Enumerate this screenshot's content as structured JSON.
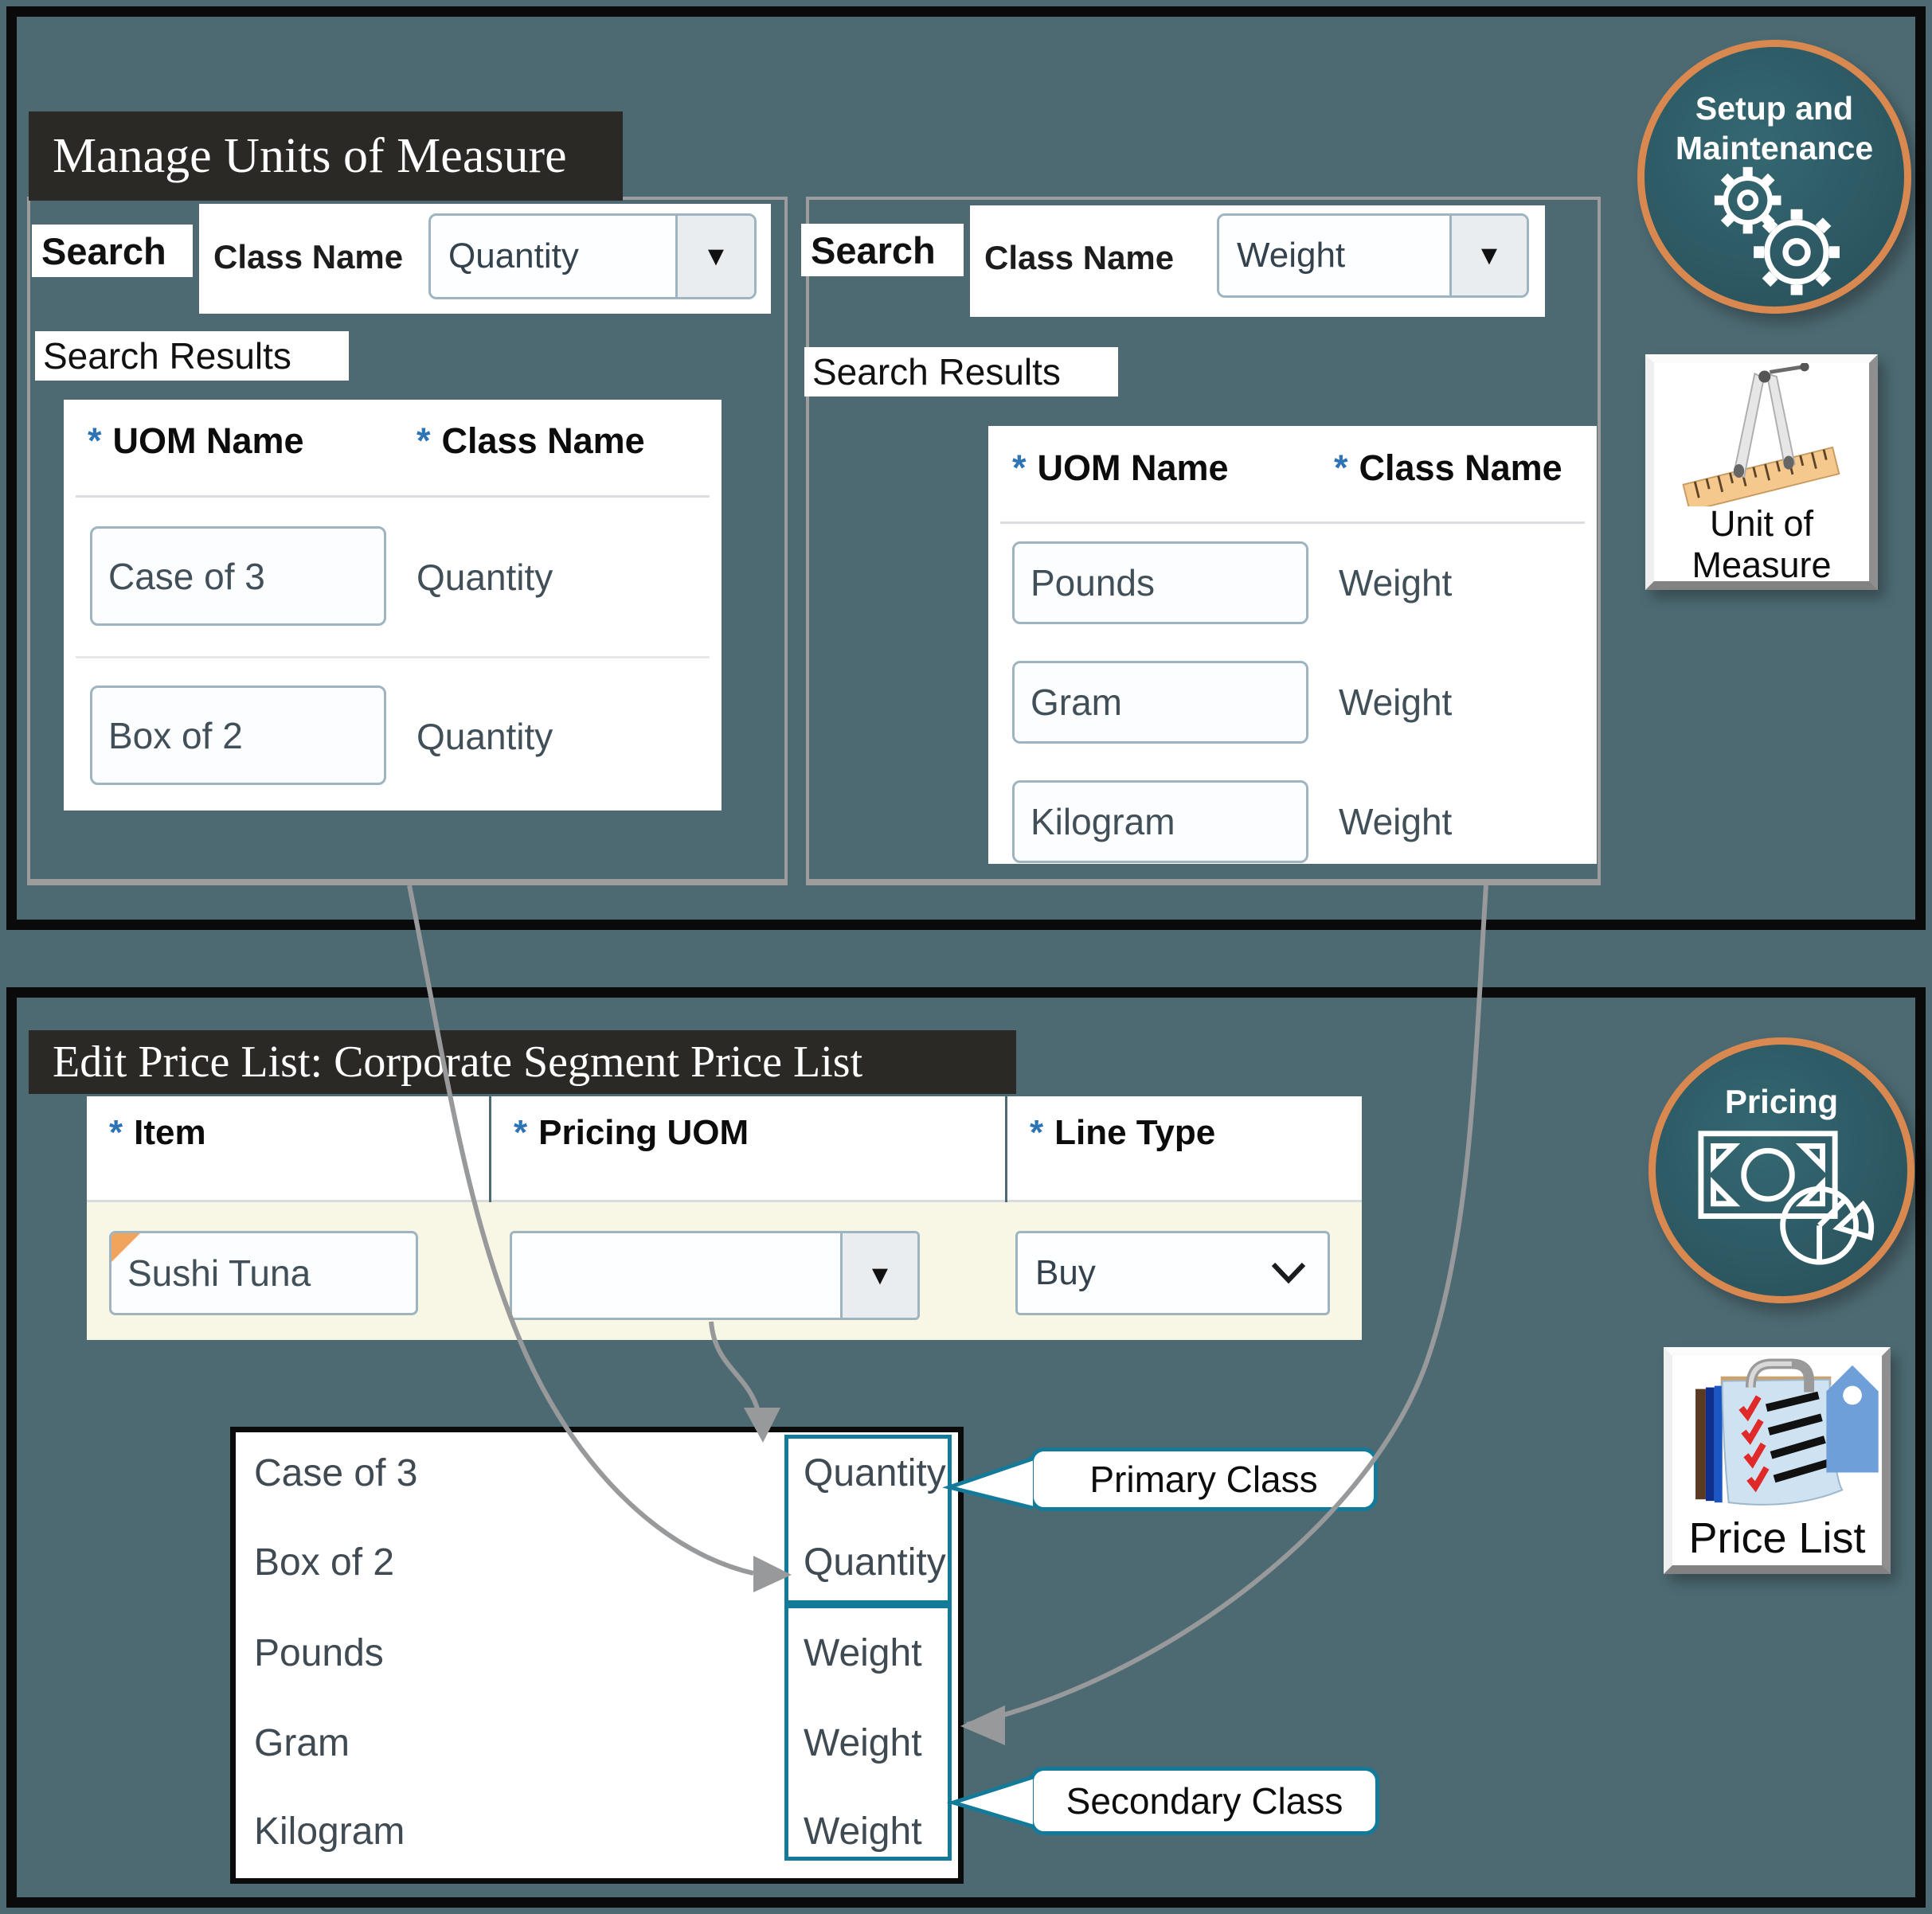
{
  "ui": {
    "required_marker": "*",
    "dropdown_arrow": "▼"
  },
  "top_section": {
    "title": "Manage Units of Measure",
    "quantity_panel": {
      "search_label": "Search",
      "class_name_label": "Class Name",
      "class_name_value": "Quantity",
      "results_label": "Search Results",
      "table": {
        "uom_header": "UOM Name",
        "class_header": "Class Name",
        "rows": [
          {
            "uom": "Case of 3",
            "class": "Quantity"
          },
          {
            "uom": "Box of 2",
            "class": "Quantity"
          }
        ]
      }
    },
    "weight_panel": {
      "search_label": "Search",
      "class_name_label": "Class Name",
      "class_name_value": "Weight",
      "results_label": "Search Results",
      "table": {
        "uom_header": "UOM Name",
        "class_header": "Class Name",
        "rows": [
          {
            "uom": "Pounds",
            "class": "Weight"
          },
          {
            "uom": "Gram",
            "class": "Weight"
          },
          {
            "uom": "Kilogram",
            "class": "Weight"
          }
        ]
      }
    }
  },
  "badges": {
    "setup_maintenance": {
      "line1": "Setup and",
      "line2": "Maintenance"
    },
    "unit_of_measure": {
      "line1": "Unit of",
      "line2": "Measure"
    },
    "pricing": {
      "label": "Pricing"
    },
    "price_list": {
      "label": "Price List"
    }
  },
  "bottom_section": {
    "title": "Edit Price List: Corporate Segment Price List",
    "price_grid": {
      "item_header": "Item",
      "pricing_uom_header": "Pricing UOM",
      "line_type_header": "Line Type",
      "item_value": "Sushi Tuna",
      "pricing_uom_value": "",
      "line_type_value": "Buy"
    },
    "uom_dropdown": {
      "rows": [
        {
          "name": "Case of 3",
          "class": "Quantity"
        },
        {
          "name": "Box of 2",
          "class": "Quantity"
        },
        {
          "name": "Pounds",
          "class": "Weight"
        },
        {
          "name": "Gram",
          "class": "Weight"
        },
        {
          "name": "Kilogram",
          "class": "Weight"
        }
      ]
    },
    "callouts": {
      "primary": "Primary Class",
      "secondary": "Secondary Class"
    }
  },
  "colors": {
    "background": "#4d6a72",
    "accent_teal": "#137a99",
    "accent_orange": "#d9884f",
    "title_bar": "#2b2926",
    "row_cream": "#f8f6e4",
    "arrow_gray": "#98999b"
  }
}
